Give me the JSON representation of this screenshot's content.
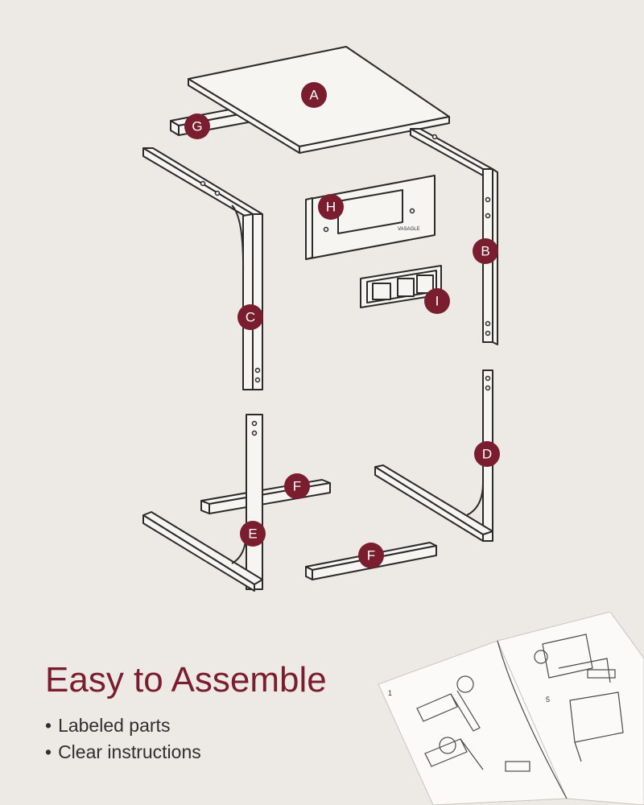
{
  "title": "Easy to Assemble",
  "features": [
    "Labeled parts",
    "Clear instructions"
  ],
  "brand": "VASAGLE",
  "parts": [
    {
      "label": "A",
      "name": "tabletop"
    },
    {
      "label": "B",
      "name": "right upper frame"
    },
    {
      "label": "C",
      "name": "left upper frame"
    },
    {
      "label": "D",
      "name": "right lower frame"
    },
    {
      "label": "E",
      "name": "left lower frame"
    },
    {
      "label": "F",
      "name": "crossbar"
    },
    {
      "label": "G",
      "name": "top crossbar"
    },
    {
      "label": "H",
      "name": "front panel"
    },
    {
      "label": "I",
      "name": "power strip"
    }
  ],
  "manual": {
    "page_left": "1",
    "step": "5"
  },
  "colors": {
    "accent": "#7a1d2e",
    "background": "#ede9e4",
    "line": "#2b2b2b"
  }
}
